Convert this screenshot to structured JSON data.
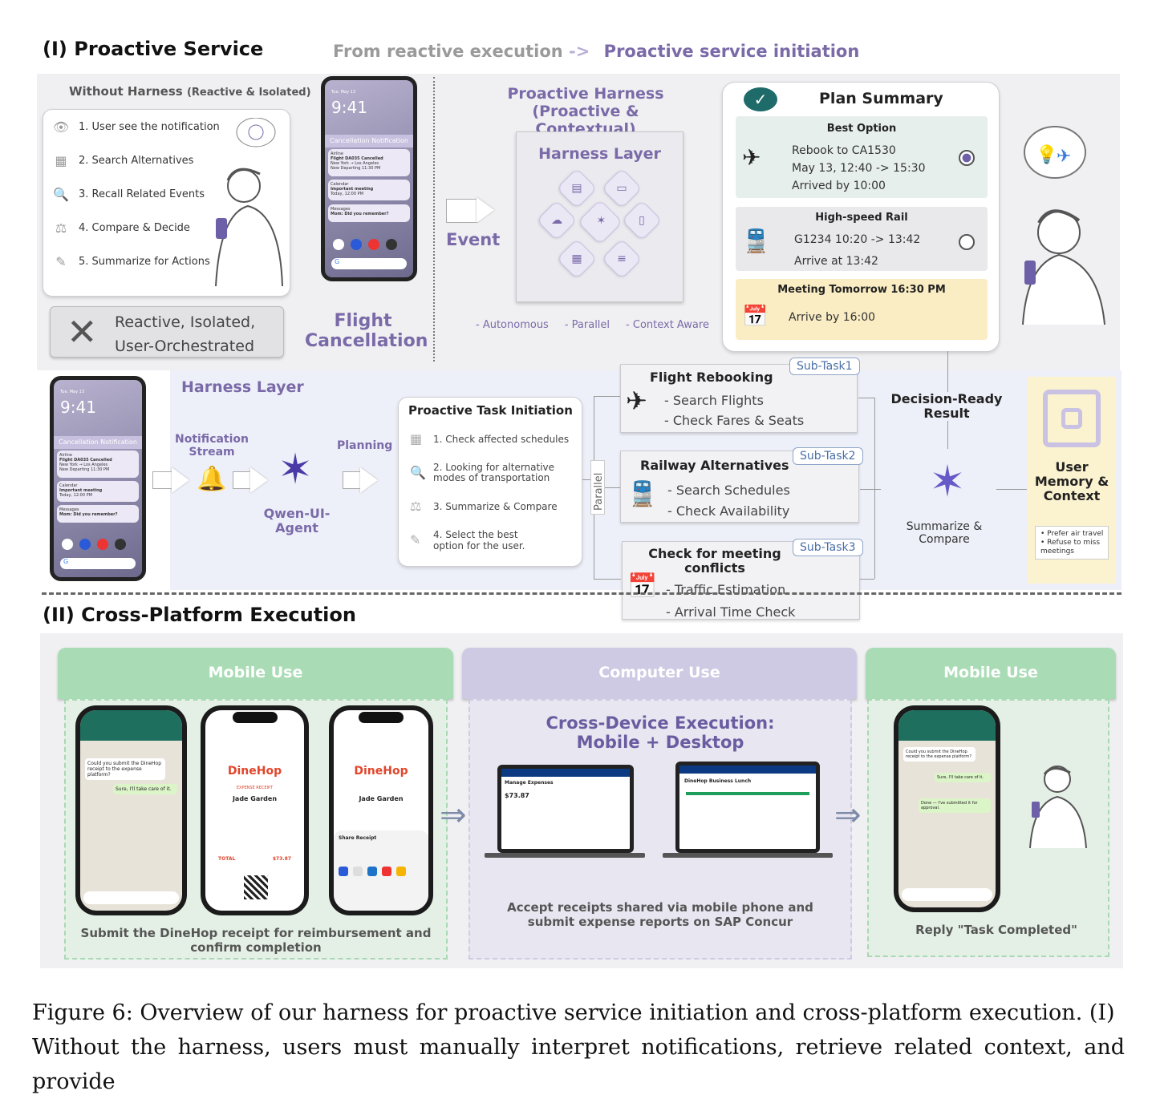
{
  "section1": {
    "title": "(I) Proactive Service",
    "flow_from": "From reactive execution",
    "flow_arrow": "->",
    "flow_to": "Proactive service initiation"
  },
  "without_harness": {
    "title": "Without Harness",
    "subtitle": "(Reactive & Isolated)",
    "steps": [
      "1. User see the notification",
      "2. Search Alternatives",
      "3. Recall Related Events",
      "4. Compare & Decide",
      "5. Summarize for Actions"
    ],
    "verdict_line1": "Reactive, Isolated,",
    "verdict_line2": "User-Orchestrated"
  },
  "phone_top": {
    "time": "9:41",
    "date": "Tue, May 13",
    "banner": "Cancellation Notification",
    "n1_app": "Airline",
    "n1_title": "Flight DA035 Cancelled",
    "n1_l1": "New York → Los Angeles",
    "n1_l2": "New Departing 11:30 PM",
    "n2_app": "Calendar",
    "n2_title": "Important meeting",
    "n2_l1": "Today, 12:00 PM",
    "n3_app": "Messages",
    "n3_title": "Mom: Did you remember?",
    "search": "G",
    "label_line1": "Flight",
    "label_line2": "Cancellation"
  },
  "event": {
    "label": "Event"
  },
  "proactive_harness": {
    "title_line1": "Proactive Harness (Proactive &",
    "title_line2": "Contextual)",
    "layer": "Harness Layer",
    "features": [
      "- Autonomous",
      "- Parallel",
      "- Context Aware"
    ]
  },
  "plan_summary": {
    "title": "Plan Summary",
    "best_title": "Best Option",
    "best_l1": "Rebook to CA1530",
    "best_l2": "May 13, 12:40 -> 15:30",
    "best_l3": "Arrived by 10:00",
    "rail_title": "High-speed Rail",
    "rail_l1": "G1234 10:20 -> 13:42",
    "rail_l2": "Arrive at 13:42",
    "meet_title": "Meeting Tomorrow  16:30 PM",
    "meet_l1": "Arrive by 16:00"
  },
  "lower": {
    "harness_layer": "Harness Layer",
    "notif_stream_l1": "Notification",
    "notif_stream_l2": "Stream",
    "planning": "Planning",
    "agent_l1": "Qwen-UI-",
    "agent_l2": "Agent",
    "task_title": "Proactive Task Initiation",
    "tasks": [
      {
        "l1": "1. Check affected schedules",
        "l2": ""
      },
      {
        "l1": "2. Looking for alternative",
        "l2": "modes of transportation"
      },
      {
        "l1": "3. Summarize & Compare",
        "l2": ""
      },
      {
        "l1": "4. Select the best",
        "l2": "option for the user."
      }
    ],
    "parallel": "Parallel",
    "sub1": {
      "tag": "Sub-Task1",
      "title": "Flight Rebooking",
      "a": "- Search Flights",
      "b": "- Check Fares & Seats"
    },
    "sub2": {
      "tag": "Sub-Task2",
      "title": "Railway Alternatives",
      "a": "- Search Schedules",
      "b": "- Check Availability"
    },
    "sub3": {
      "tag": "Sub-Task3",
      "title_l1": "Check for meeting",
      "title_l2": "conflicts",
      "a": "- Traffic Estimation",
      "b": "- Arrival Time Check"
    },
    "decision_l1": "Decision-Ready",
    "decision_l2": "Result",
    "summ_l1": "Summarize &",
    "summ_l2": "Compare",
    "memory_l1": "User",
    "memory_l2": "Memory &",
    "memory_l3": "Context",
    "memory_items": [
      "Prefer air travel",
      "Refuse to miss meetings"
    ]
  },
  "section2": {
    "title": "(II) Cross-Platform Execution",
    "mobile_use": "Mobile Use",
    "computer_use": "Computer Use",
    "cross_l1": "Cross-Device Execution:",
    "cross_l2": "Mobile + Desktop",
    "left_caption_l1": "Submit the DineHop receipt for reimbursement and",
    "left_caption_l2": "confirm completion",
    "mid_caption_l1": "Accept receipts shared via mobile phone and",
    "mid_caption_l2": "submit expense reports on SAP Concur",
    "right_caption": "Reply \"Task Completed\"",
    "chat1": "Could you submit the DineHop receipt to the expense platform?",
    "chat2": "Sure, I'll take care of it.",
    "chat3": "Done — I've submitted it for approval.",
    "receipt_brand": "DineHop",
    "receipt_sub": "EXPENSE RECEIPT",
    "receipt_place": "Jade Garden",
    "receipt_total_label": "TOTAL",
    "receipt_total": "$73.87",
    "share_title": "Share Receipt",
    "concur1": "Manage Expenses",
    "concur1_amt": "$73.87",
    "concur2": "DineHop Business Lunch"
  },
  "caption": {
    "l1": "Figure 6: Overview of our harness for proactive service initiation and cross-platform execution. (I)",
    "l2": "Without the harness, users must manually interpret notifications, retrieve related context, and provide"
  }
}
